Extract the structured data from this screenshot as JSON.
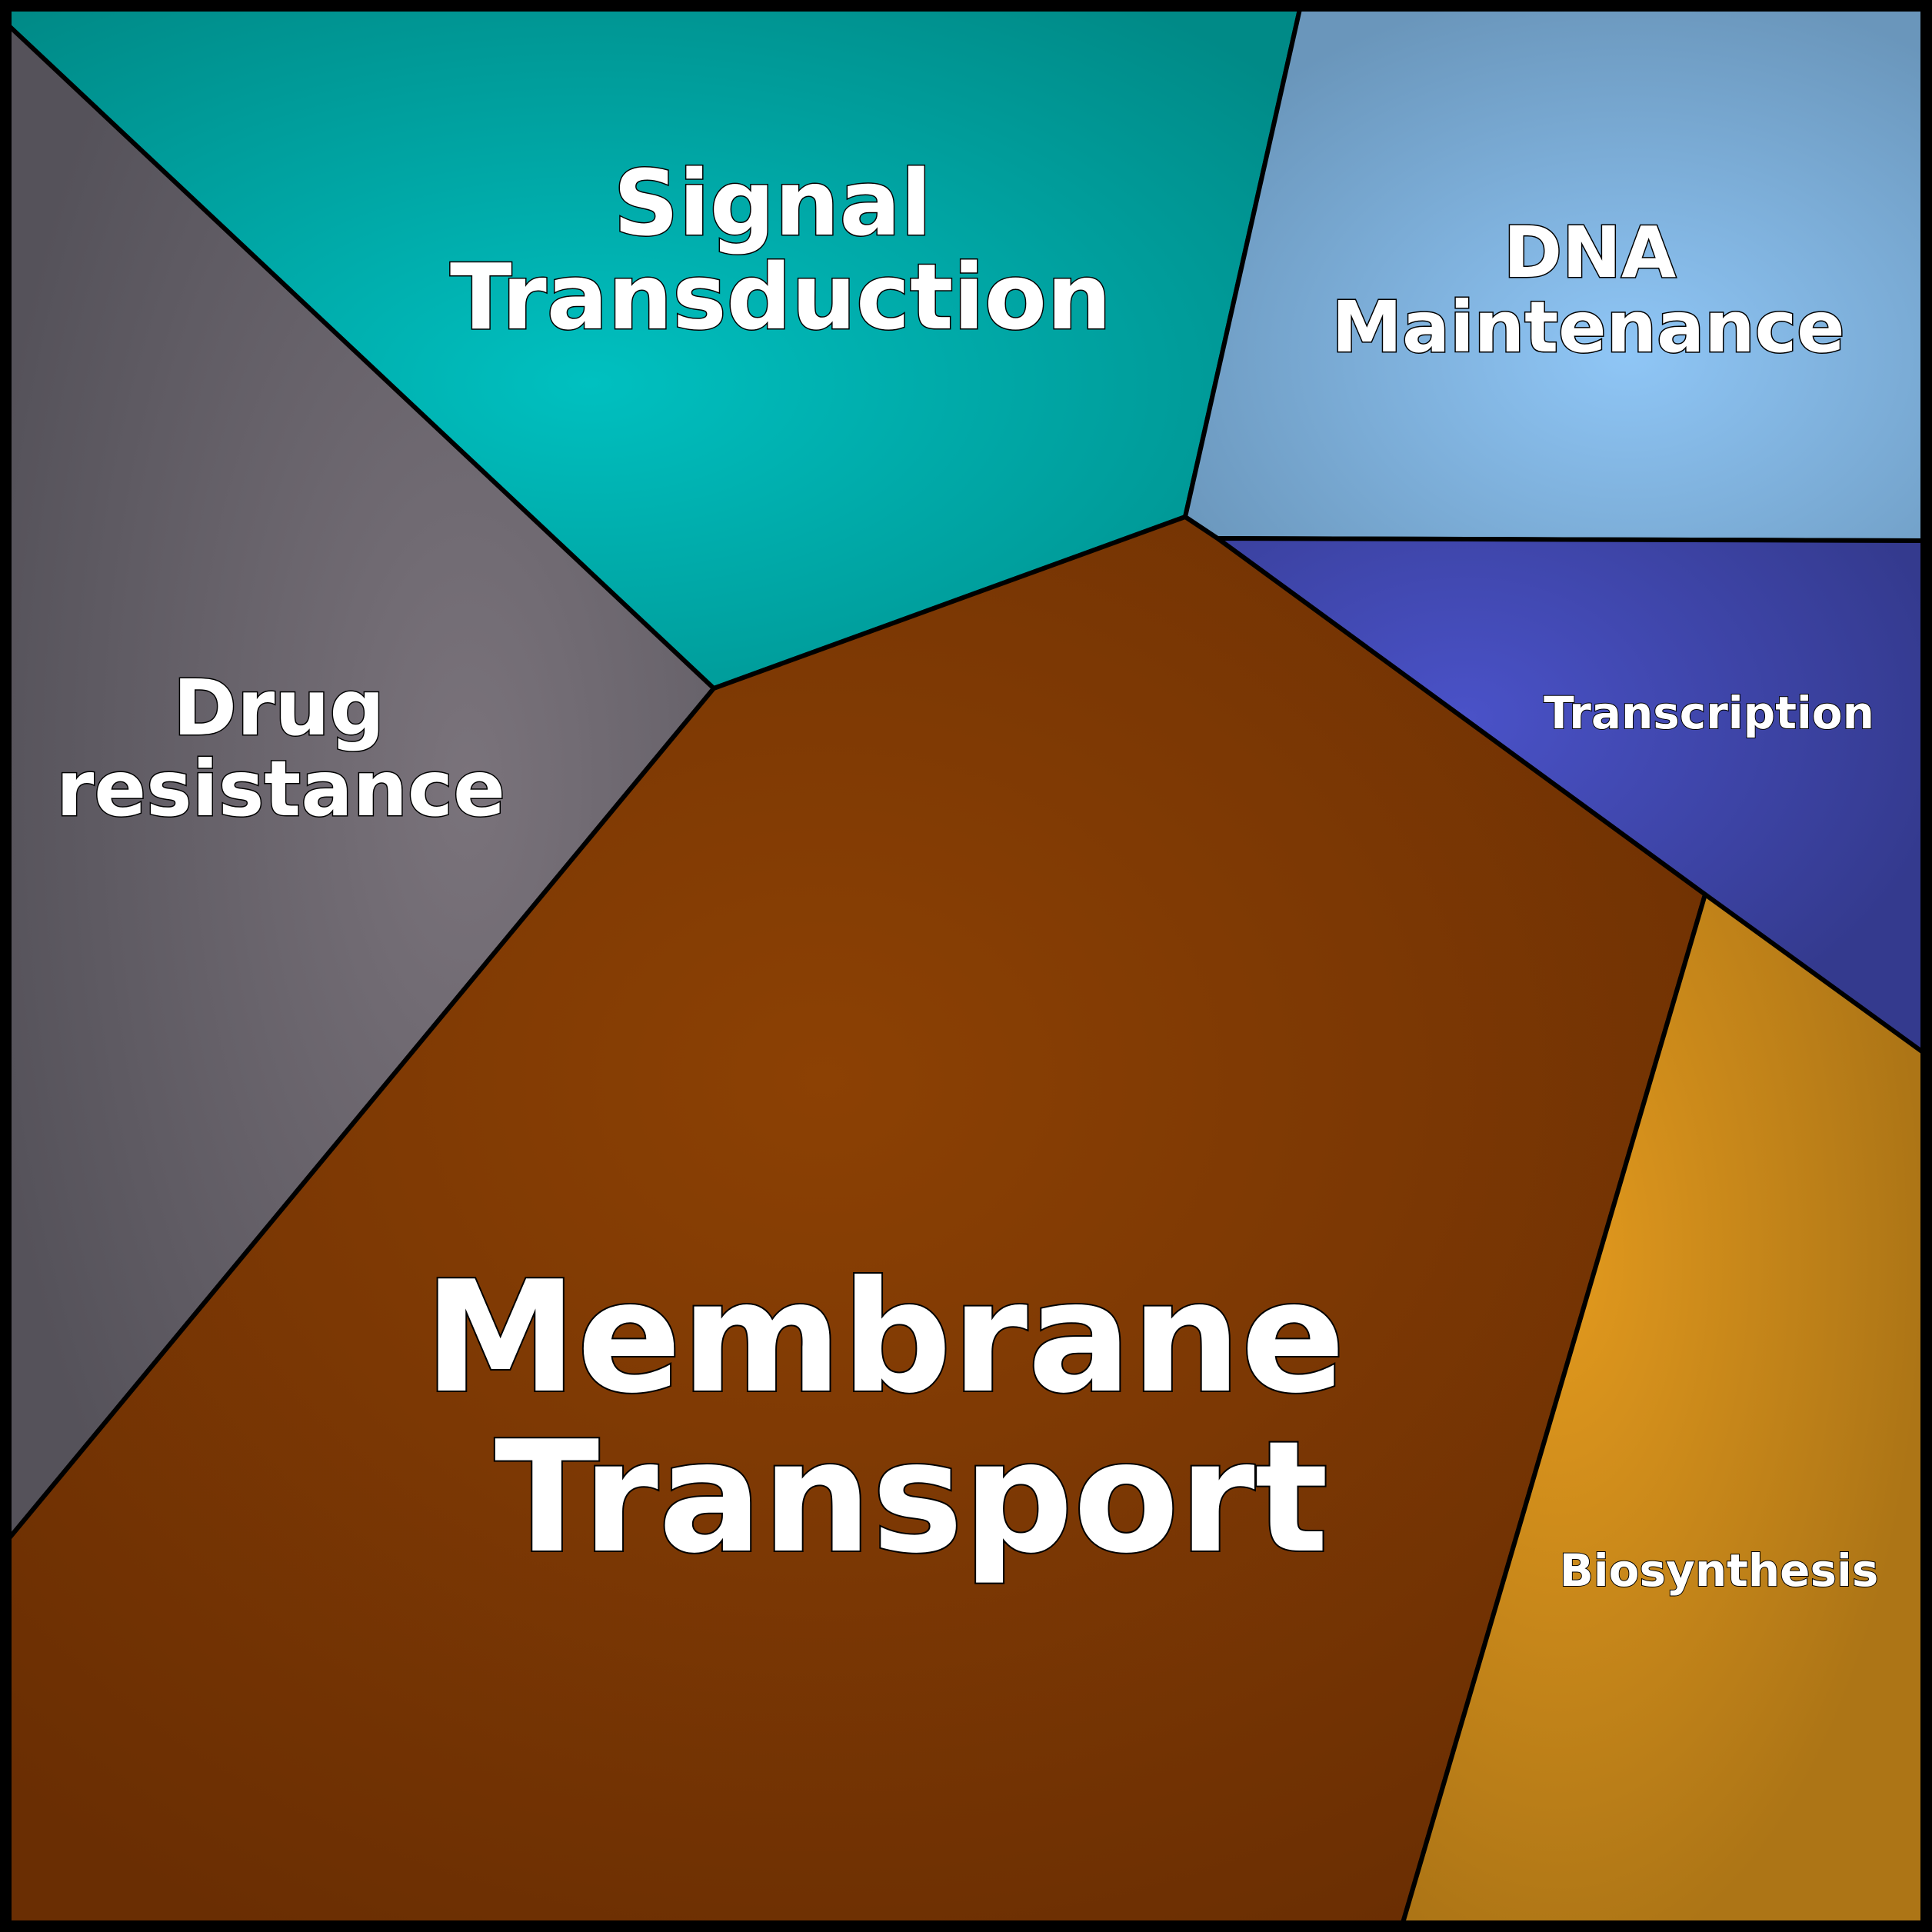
{
  "diagram": {
    "cells": [
      {
        "id": "signal-transduction",
        "lines": [
          "Signal",
          "Transduction"
        ],
        "color_center": "#00c0c0",
        "color_edge": "#008a87"
      },
      {
        "id": "dna-maintenance",
        "lines": [
          "DNA",
          "Maintenance"
        ],
        "color_center": "#8fc6f6",
        "color_edge": "#6a96bb"
      },
      {
        "id": "drug-resistance",
        "lines": [
          "Drug",
          "resistance"
        ],
        "color_center": "#7a737b",
        "color_edge": "#55525a"
      },
      {
        "id": "transcription",
        "lines": [
          "Transcription"
        ],
        "color_center": "#4a52c8",
        "color_edge": "#343a8e"
      },
      {
        "id": "membrane-transport",
        "lines": [
          "Membrane",
          "Transport"
        ],
        "color_center": "#8c4104",
        "color_edge": "#6a2e03"
      },
      {
        "id": "biosynthesis",
        "lines": [
          "Biosynthesis"
        ],
        "color_center": "#e39a1e",
        "color_edge": "#ad7516"
      }
    ]
  }
}
